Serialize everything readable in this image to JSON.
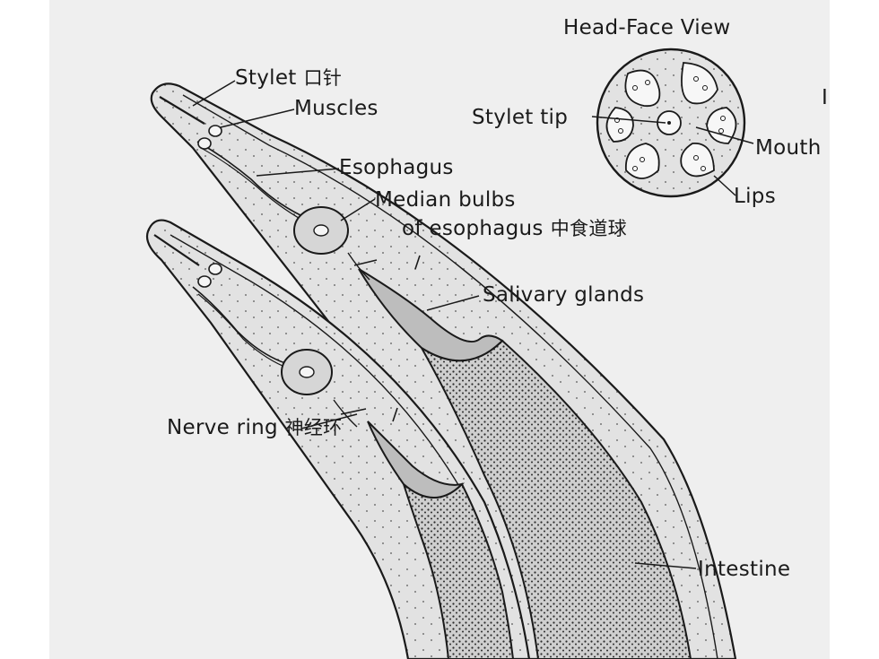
{
  "head_face_view": {
    "title": "Head-Face View",
    "stylet_tip_label": "Stylet tip",
    "mouth_label": "Mouth",
    "lips_label": "Lips",
    "edge_char": "I"
  },
  "labels": {
    "stylet": {
      "en": "Stylet",
      "zh": "口针"
    },
    "muscles": {
      "en": "Muscles"
    },
    "esophagus": {
      "en": "Esophagus"
    },
    "median_bulbs": {
      "line1": "Median bulbs",
      "line2": "of esophagus",
      "zh": "中食道球"
    },
    "salivary_glands": {
      "en": "Salivary glands"
    },
    "nerve_ring": {
      "en": "Nerve ring",
      "zh": "神经环"
    },
    "intestine": {
      "en": "Intestine"
    }
  },
  "colors": {
    "ink": "#1a1a1a",
    "page_background": "#efefef",
    "body_fill": "#e2e2e2",
    "gland_fill": "#bdbdbd"
  }
}
